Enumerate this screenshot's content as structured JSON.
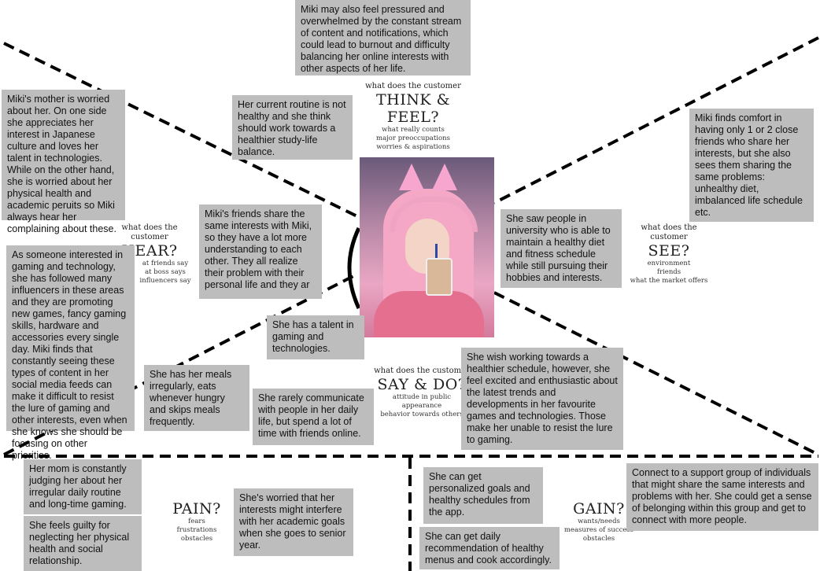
{
  "quadrants": {
    "think_feel": {
      "prefix": "what does the customer",
      "title": "THINK & FEEL?",
      "subs": [
        "what really counts",
        "major preoccupations",
        "worries & aspirations"
      ]
    },
    "hear": {
      "prefix": "what does the customer",
      "title": "HEAR?",
      "subs": [
        "at friends say",
        "at boss says",
        "influencers say"
      ]
    },
    "see": {
      "prefix": "what does the customer",
      "title": "SEE?",
      "subs": [
        "environment",
        "friends",
        "what the market offers"
      ]
    },
    "say_do": {
      "prefix": "what does the customer",
      "title": "SAY & DO?",
      "subs": [
        "attitude in public",
        "appearance",
        "behavior towards others"
      ]
    },
    "pain": {
      "title": "PAIN?",
      "subs": [
        "fears",
        "frustrations",
        "obstacles"
      ]
    },
    "gain": {
      "title": "GAIN?",
      "subs": [
        "wants/needs",
        "measures of success",
        "obstacles"
      ]
    }
  },
  "notes": {
    "top_center": "Miki may also feel pressured and overwhelmed by the constant stream of content and notifications, which could lead to burnout and difficulty balancing her online interests with other aspects of her life.",
    "think_routine": "Her current routine is not healthy and she think should work towards a healthier study-life balance.",
    "mother": "Miki's mother is worried about her. On one side she appreciates her interest in Japanese culture and loves her talent in technologies. While on the other hand, she is worried about her physical health and academic peruits so Miki always hear her complaining about these.",
    "see_friends": "Miki finds comfort in having only 1 or 2 close friends who share her interests, but she also sees them sharing the same problems: unhealthy diet, imbalanced life schedule etc.",
    "hear_friends": "Miki's friends share the same interests with Miki, so they have a lot more understanding to each other. They all realize their problem with their personal life and they ar",
    "see_university": "She saw people in university who is able to maintain a healthy diet and fitness schedule while still pursuing their hobbies and interests.",
    "influencers": "As someone interested in gaming and technology, she has followed many influencers in these areas and they are promoting new games, fancy gaming skills, hardware and accessories every single day. Miki finds that constantly seeing these types of content in her social media feeds can make it difficult to resist the lure of gaming and other interests, even when she knows she should be focusing on other priorities.",
    "talent": "She has a talent in gaming and technologies.",
    "wish": "She wish working towards a healthier schedule, however, she feel excited and enthusiastic about the latest trends and developments in her favourite games and technologies. Those make her unable to resist the lure to gaming.",
    "meals": "She has her meals irregularly, eats whenever hungry and skips meals frequently.",
    "rarely": "She rarely communicate with people in her daily life, but spend a lot of time with friends online.",
    "mom_judging": "Her mom is constantly judging her about her irregular daily routine and long-time gaming.",
    "guilty": "She feels guilty for neglecting her physical health and social relationship.",
    "worried_goals": "She's worried that her interests might interfere with her academic goals when she goes to senior year.",
    "personalized": "She can get personalized goals and healthy schedules from the app.",
    "daily_menu": "She can get daily recommendation of healthy menus and cook accordingly.",
    "support_group": "Connect to a support group of individuals that might share the same interests and problems with her. She could get a sense of belonging within this group and get to connect with more people."
  }
}
